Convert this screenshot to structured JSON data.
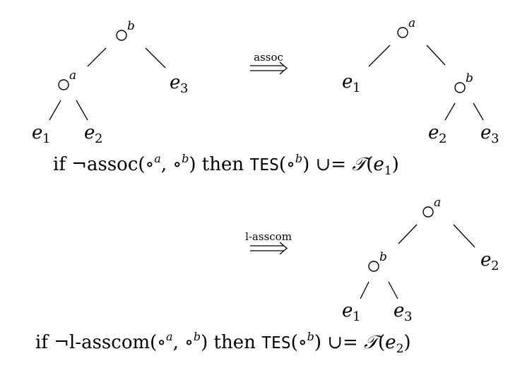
{
  "symbols": {
    "op": "∘",
    "sup_a": "a",
    "sup_b": "b",
    "e": "e",
    "sub1": "1",
    "sub2": "2",
    "sub3": "3"
  },
  "transforms": [
    {
      "arrow_label": "assoc",
      "condition": {
        "prefix": "if ¬assoc(",
        "mid": ") then ",
        "tes": "TES",
        "tail": " ∪= ",
        "calT": "𝒯",
        "arg_index": "1"
      }
    },
    {
      "arrow_label": "l-asscom",
      "condition": {
        "prefix": "if ¬l-asscom(",
        "mid": ") then ",
        "tes": "TES",
        "tail": " ∪= ",
        "calT": "𝒯",
        "arg_index": "2"
      }
    }
  ]
}
